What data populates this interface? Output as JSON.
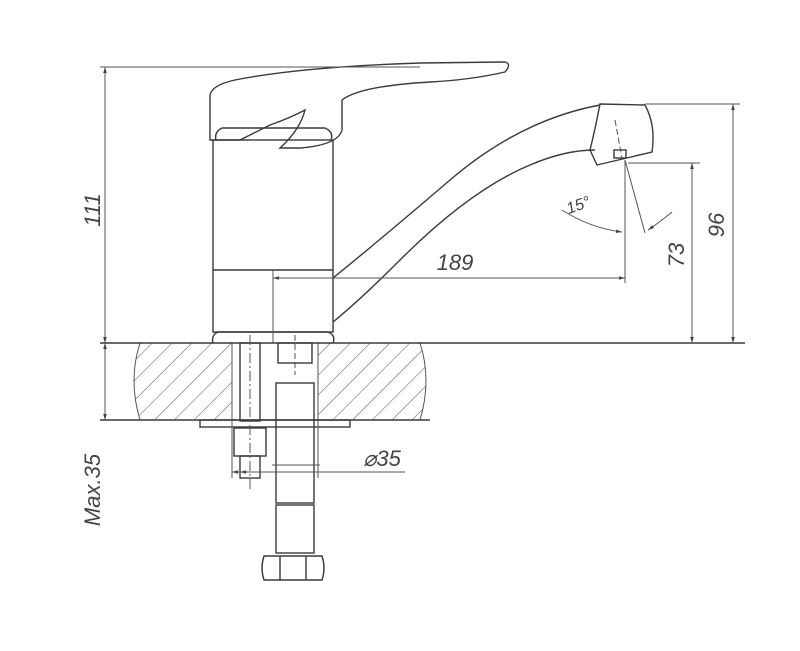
{
  "drawing": {
    "title": "Single-lever basin mixer dimensions",
    "dimensions": {
      "total_height": "111",
      "spout_reach": "189",
      "spout_angle": "15°",
      "outlet_height": "73",
      "spout_height": "96",
      "max_counter_thickness": "Max.35",
      "mount_hole_diameter": "⌀35"
    },
    "line_color": "#3a3a3a"
  }
}
